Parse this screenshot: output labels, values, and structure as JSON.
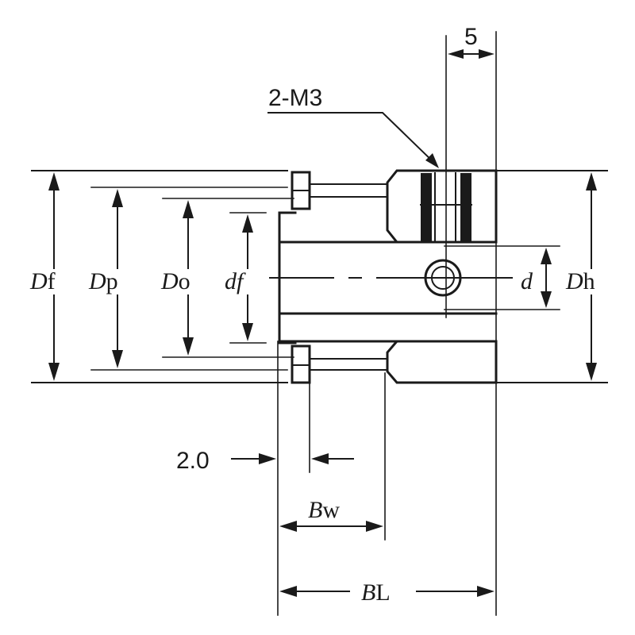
{
  "labels": {
    "top_dim": "5",
    "screw": "2-M3",
    "df_big": {
      "italic": "D",
      "rest": "f"
    },
    "dp": {
      "italic": "D",
      "rest": "p"
    },
    "do": {
      "italic": "D",
      "rest": "o"
    },
    "df_small": {
      "italic": "df",
      "rest": ""
    },
    "d": {
      "italic": "d",
      "rest": ""
    },
    "dh": {
      "italic": "D",
      "rest": "h"
    },
    "gap": "2.0",
    "bw": {
      "italic": "B",
      "rest": "w"
    },
    "bl": {
      "italic": "B",
      "rest": "L"
    }
  },
  "colors": {
    "ink": "#1a1a1a",
    "background": "#ffffff"
  }
}
